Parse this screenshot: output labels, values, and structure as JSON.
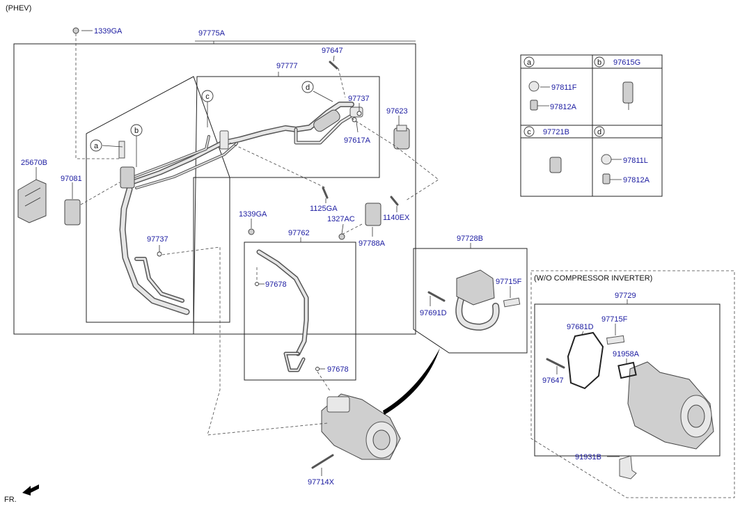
{
  "variant_label": "(PHEV)",
  "fr_label": "FR.",
  "labels": {
    "p1339GA_top": "1339GA",
    "p97775A": "97775A",
    "p97777": "97777",
    "p97647_top": "97647",
    "p97737_top": "97737",
    "p97623": "97623",
    "p97617A": "97617A",
    "p25670B": "25670B",
    "p97081": "97081",
    "p1125GA": "1125GA",
    "p1140EX": "1140EX",
    "p1327AC": "1327AC",
    "p97788A": "97788A",
    "p97737_mid": "97737",
    "p1339GA_mid": "1339GA",
    "p97762": "97762",
    "p97678_a": "97678",
    "p97678_b": "97678",
    "p97728B": "97728B",
    "p97715F_a": "97715F",
    "p97691D": "97691D",
    "p97714X": "97714X",
    "p97729": "97729",
    "p97681D": "97681D",
    "p97715F_b": "97715F",
    "p91958A": "91958A",
    "p97647_b": "97647",
    "p91931B": "91931B"
  },
  "callouts": {
    "a": "a",
    "b": "b",
    "c": "c",
    "d": "d"
  },
  "wo_inverter_label": "(W/O COMPRESSOR INVERTER)",
  "legend": {
    "cell_a": {
      "letter": "a",
      "items": [
        "97811F",
        "97812A"
      ]
    },
    "cell_b": {
      "letter": "b",
      "title": "97615G"
    },
    "cell_c": {
      "letter": "c",
      "title": "97721B"
    },
    "cell_d": {
      "letter": "d",
      "items": [
        "97811L",
        "97812A"
      ]
    }
  },
  "colors": {
    "label_blue": "#1a1aa0",
    "line": "#333333",
    "part_fill": "#cfcfcf"
  }
}
